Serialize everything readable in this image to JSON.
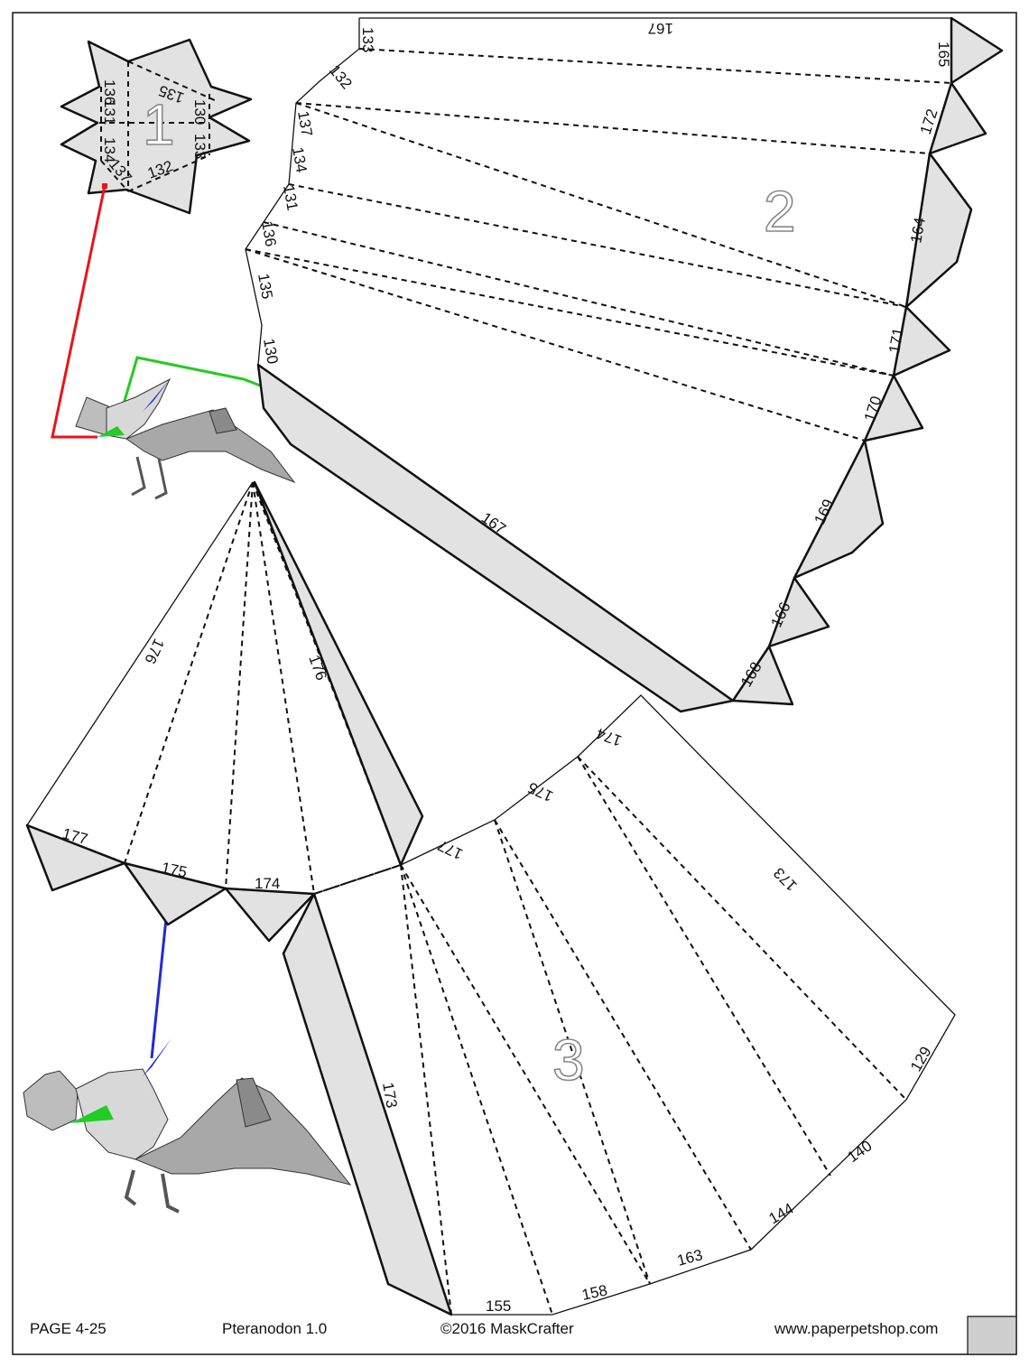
{
  "footer": {
    "page": "PAGE 4-25",
    "model": "Pteranodon 1.0",
    "copyright": "©2016 MaskCrafter",
    "website": "www.paperpetshop.com"
  },
  "pieces": [
    {
      "id": "piece-1",
      "number": "1",
      "edge_labels": [
        "136",
        "135",
        "131",
        "130",
        "134",
        "133",
        "137",
        "132"
      ]
    },
    {
      "id": "piece-2",
      "number": "2",
      "edge_labels": [
        "133",
        "167",
        "165",
        "132",
        "172",
        "137",
        "134",
        "131",
        "164",
        "136",
        "135",
        "171",
        "130",
        "170",
        "169",
        "167",
        "166",
        "168"
      ]
    },
    {
      "id": "piece-3",
      "number": "3",
      "edge_labels": [
        "176",
        "176",
        "177",
        "175",
        "174",
        "174",
        "175",
        "177",
        "173",
        "173",
        "129",
        "140",
        "144",
        "163",
        "158",
        "155"
      ]
    }
  ],
  "colors": {
    "glue_tab": "#e2e2e2",
    "guide_red": "#e8141b",
    "guide_green": "#22cc22",
    "guide_blue": "#1f2bd6",
    "model_gray": "#9a9a9a"
  }
}
